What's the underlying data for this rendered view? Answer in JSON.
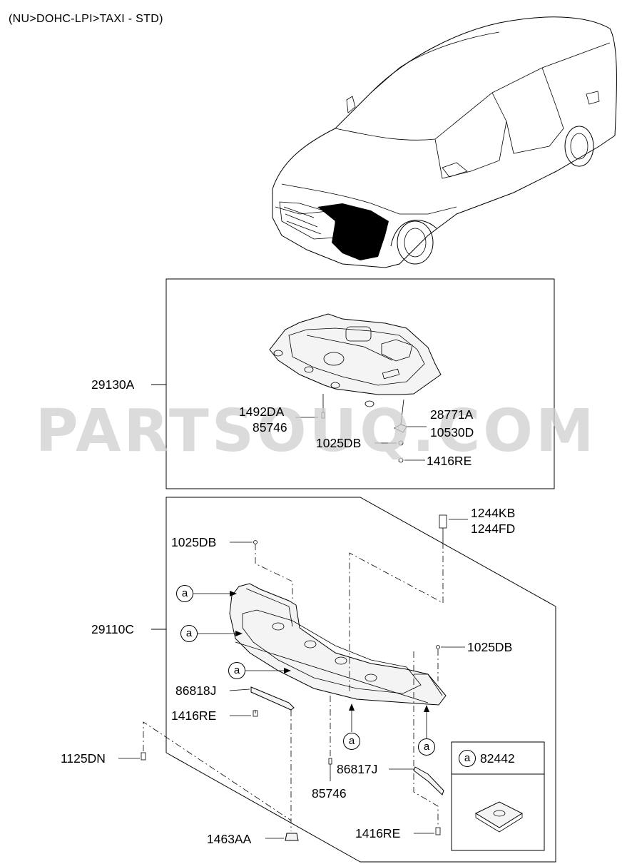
{
  "header": {
    "title": "(NU>DOHC-LPI>TAXI - STD)"
  },
  "watermark": "PARTSOUQ.COM",
  "upper_group": {
    "group_label": "29130A",
    "parts": [
      {
        "lines": [
          "1492DA",
          "85746"
        ]
      },
      {
        "lines": [
          "28771A",
          "10530D"
        ]
      },
      {
        "lines": [
          "1025DB"
        ]
      },
      {
        "lines": [
          "1416RE"
        ]
      }
    ]
  },
  "lower_group": {
    "group_label": "29110C",
    "parts": [
      {
        "lines": [
          "1244KB",
          "1244FD"
        ]
      },
      {
        "lines": [
          "1025DB"
        ]
      },
      {
        "lines": [
          "1025DB"
        ]
      },
      {
        "lines": [
          "86818J"
        ]
      },
      {
        "lines": [
          "1416RE"
        ]
      },
      {
        "lines": [
          "1125DN"
        ]
      },
      {
        "lines": [
          "86817J"
        ]
      },
      {
        "lines": [
          "85746"
        ]
      },
      {
        "lines": [
          "1463AA"
        ]
      },
      {
        "lines": [
          "1416RE"
        ]
      }
    ],
    "callout_letter": "a",
    "detail_box": {
      "letter": "a",
      "part_number": "82442"
    }
  }
}
